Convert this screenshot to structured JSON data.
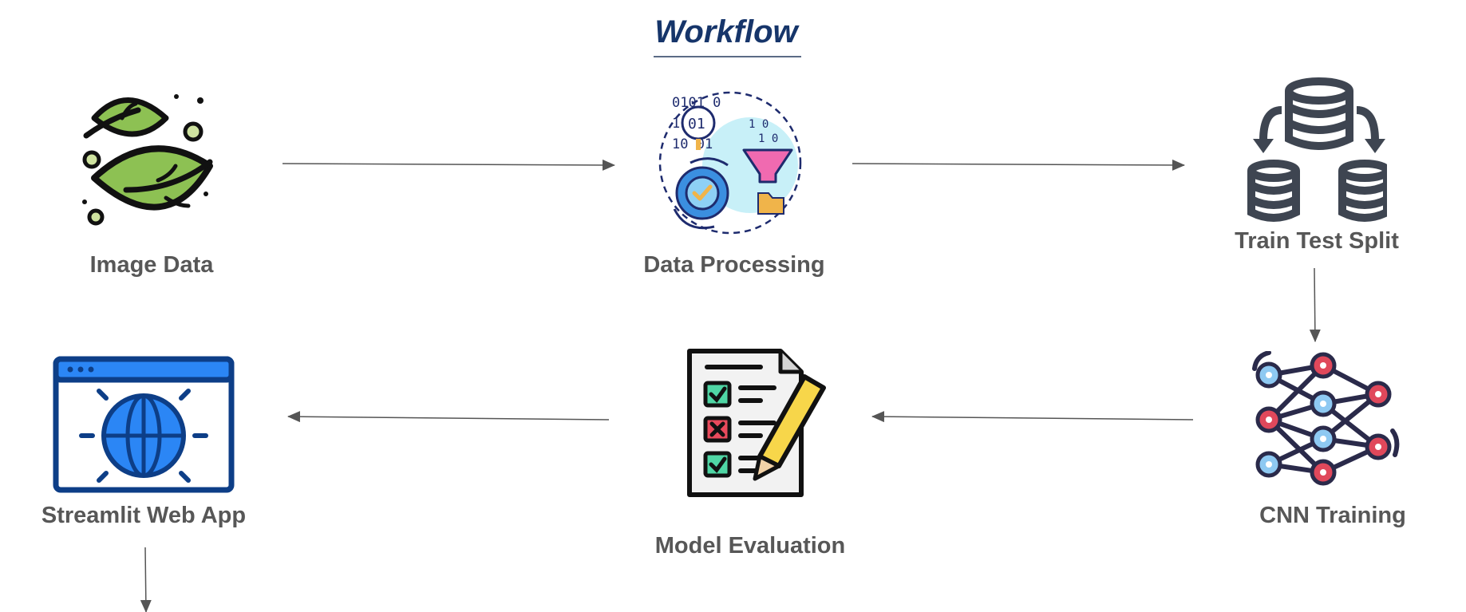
{
  "title": "Workflow",
  "nodes": {
    "image_data": "Image Data",
    "data_processing": "Data Processing",
    "train_test_split": "Train Test Split",
    "cnn_training": "CNN Training",
    "model_evaluation": "Model Evaluation",
    "streamlit_web_app": "Streamlit Web App"
  },
  "icons": {
    "image_data": "leaves-icon",
    "data_processing": "data-processing-icon",
    "train_test_split": "database-split-icon",
    "cnn_training": "neural-network-icon",
    "model_evaluation": "checklist-icon",
    "streamlit_web_app": "web-app-icon"
  },
  "colors": {
    "title": "#16356a",
    "label": "#575757",
    "arrow": "#555555",
    "leaf_green": "#8dc153",
    "web_blue": "#2b86f5",
    "web_navy": "#0d3e87",
    "network_red": "#e0485b",
    "network_blue": "#8ec9f2"
  }
}
